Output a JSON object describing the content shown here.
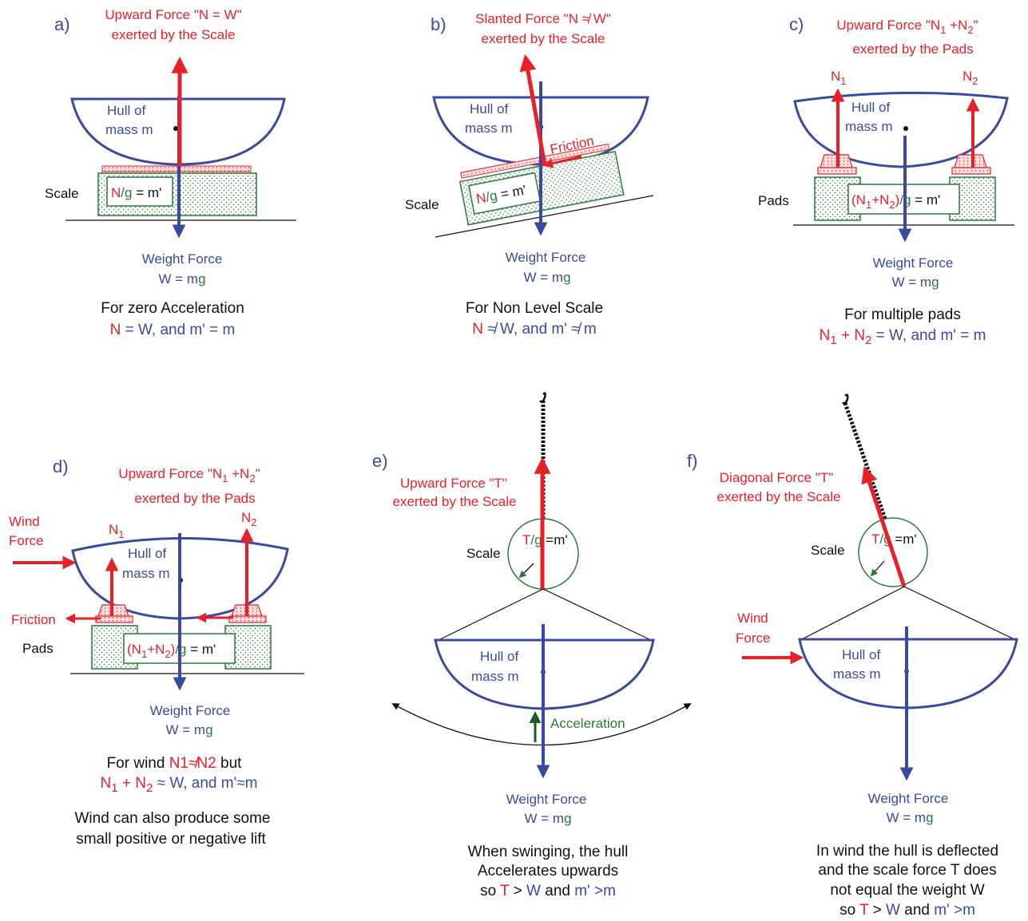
{
  "colors": {
    "blue": "#3a4aa0",
    "red": "#e8202a",
    "green": "#2a7a3a",
    "black": "#111111"
  },
  "panels": {
    "a": {
      "letter": "a)",
      "title1": "Upward Force \"N = W\"",
      "title2": "exerted by the Scale",
      "hull1": "Hull of",
      "hull2": "mass  m",
      "scale_label": "Scale",
      "box_n": "N",
      "box_g": "/g",
      "box_eq": " = m'",
      "weight1": "Weight Force",
      "weight2a": "W = m",
      "weight2b": "g",
      "cap1": "For zero Acceleration",
      "cap2_n": "N",
      "cap2_rest": " = W, and m' = m"
    },
    "b": {
      "letter": "b)",
      "title1": "Slanted Force \"N ≉ W\"",
      "title2": "exerted by the Scale",
      "hull1": "Hull of",
      "hull2": "mass  m",
      "friction": "Friction",
      "scale_label": "Scale",
      "box_n": "N",
      "box_g": "/g",
      "box_eq": " = m'",
      "weight1": "Weight Force",
      "weight2a": "W = m",
      "weight2b": "g",
      "cap1": "For Non Level Scale",
      "cap2_n": "N",
      "cap2_rest": " ≉ W, and m' ≉ m"
    },
    "c": {
      "letter": "c)",
      "title1a": "Upward Force \"N",
      "title1sub1": "1",
      "title1b": " +N",
      "title1sub2": "2",
      "title1c": "\"",
      "title2": "exerted by the Pads",
      "n1": "N",
      "n1sub": "1",
      "n2": "N",
      "n2sub": "2",
      "hull1": "Hull of",
      "hull2": "mass  m",
      "pads_label": "Pads",
      "box_a": "(N",
      "box_sub1": "1",
      "box_b": "+N",
      "box_sub2": "2",
      "box_c": ")",
      "box_g": "/g",
      "box_eq": " = m'",
      "weight1": "Weight Force",
      "weight2a": "W = m",
      "weight2b": "g",
      "cap1": "For multiple pads",
      "cap2_a": "N",
      "cap2_sub1": "1",
      "cap2_b": " + N",
      "cap2_sub2": "2",
      "cap2_rest": " = W, and m' = m"
    },
    "d": {
      "letter": "d)",
      "title1a": "Upward Force \"N",
      "title1sub1": "1",
      "title1b": " +N",
      "title1sub2": "2",
      "title1c": "\"",
      "title2": "exerted by the Pads",
      "wind1": "Wind",
      "wind2": "Force",
      "n1": "N",
      "n1sub": "1",
      "n2": "N",
      "n2sub": "2",
      "hull1": "Hull of",
      "hull2": "mass  m",
      "friction": "Friction",
      "pads_label": "Pads",
      "box_a": "(N",
      "box_sub1": "1",
      "box_b": "+N",
      "box_sub2": "2",
      "box_c": ")",
      "box_g": "/g",
      "box_eq": " = m'",
      "weight1": "Weight Force",
      "weight2a": "W = m",
      "weight2b": "g",
      "cap1a": "For wind ",
      "cap1b": "N1≉N2",
      "cap1c": " but",
      "cap2_a": "N",
      "cap2_sub1": "1",
      "cap2_b": " + N",
      "cap2_sub2": "2",
      "cap2_rest": " ≈ W, and m'≈m",
      "note1": "Wind can also produce some",
      "note2": "small positive or negative lift"
    },
    "e": {
      "letter": "e)",
      "title1": "Upward Force \"T\"",
      "title2": "exerted by the Scale",
      "scale_label": "Scale",
      "circle_t": "T",
      "circle_g": "/g",
      "circle_eq": " =m'",
      "hull1": "Hull of",
      "hull2": "mass  m",
      "accel": "Acceleration",
      "weight1": "Weight Force",
      "weight2a": "W = m",
      "weight2b": "g",
      "cap1": "When swinging, the hull",
      "cap2": "Accelerates upwards",
      "cap3a": "so ",
      "cap3b": "T",
      "cap3c": " > ",
      "cap3d": "W",
      "cap3e": " and ",
      "cap3f": "m' >m"
    },
    "f": {
      "letter": "f)",
      "title1": "Diagonal Force \"T\"",
      "title2": "exerted by the Scale",
      "scale_label": "Scale",
      "circle_t": "T",
      "circle_g": "/g",
      "circle_eq": " =m'",
      "wind1": "Wind",
      "wind2": "Force",
      "hull1": "Hull of",
      "hull2": "mass  m",
      "weight1": "Weight Force",
      "weight2a": "W = m",
      "weight2b": "g",
      "cap1": "In wind the hull is deflected",
      "cap2": "and the scale force T does",
      "cap3": "not equal the weight W",
      "cap4a": "so ",
      "cap4b": "T",
      "cap4c": " > ",
      "cap4d": "W",
      "cap4e": " and ",
      "cap4f": "m' >m"
    }
  }
}
